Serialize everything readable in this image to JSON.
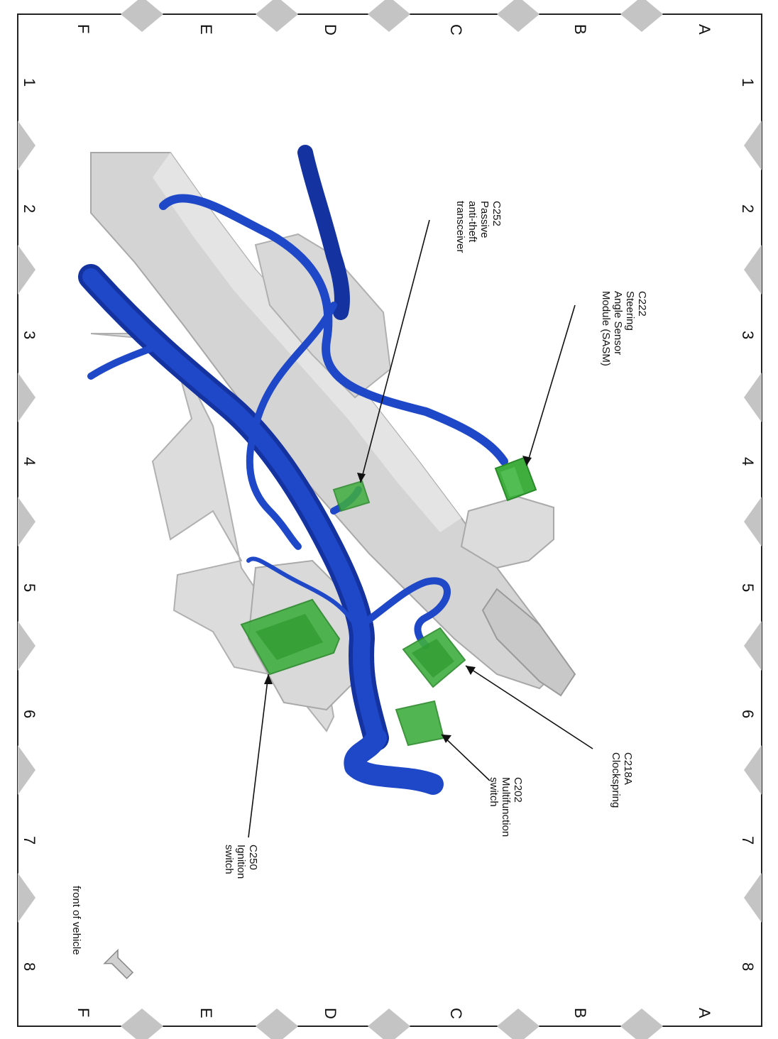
{
  "grid": {
    "letters": [
      "A",
      "B",
      "C",
      "D",
      "E",
      "F"
    ],
    "numbers": [
      "1",
      "2",
      "3",
      "4",
      "5",
      "6",
      "7",
      "8"
    ]
  },
  "callouts": {
    "c222": [
      "C222",
      "Steering",
      "Angle Sensor",
      "Module (SASM)"
    ],
    "c252": [
      "C252",
      "Passive",
      "anti-theft",
      "transceiver"
    ],
    "c218a": [
      "C218A",
      "Clockspring"
    ],
    "c202": [
      "C202",
      "Multifunction",
      "switch"
    ],
    "c250": [
      "C250",
      "Ignition",
      "switch"
    ]
  },
  "orientation": {
    "label": "front of vehicle"
  },
  "colors": {
    "harness": "#1f48c8",
    "harness_dark": "#1533a0",
    "connector": "#3fae3f",
    "connector_dark": "#2a8a2a",
    "column": "#d2d2d2",
    "column_edge": "#a9a9a9",
    "diamond": "#c4c4c4"
  }
}
